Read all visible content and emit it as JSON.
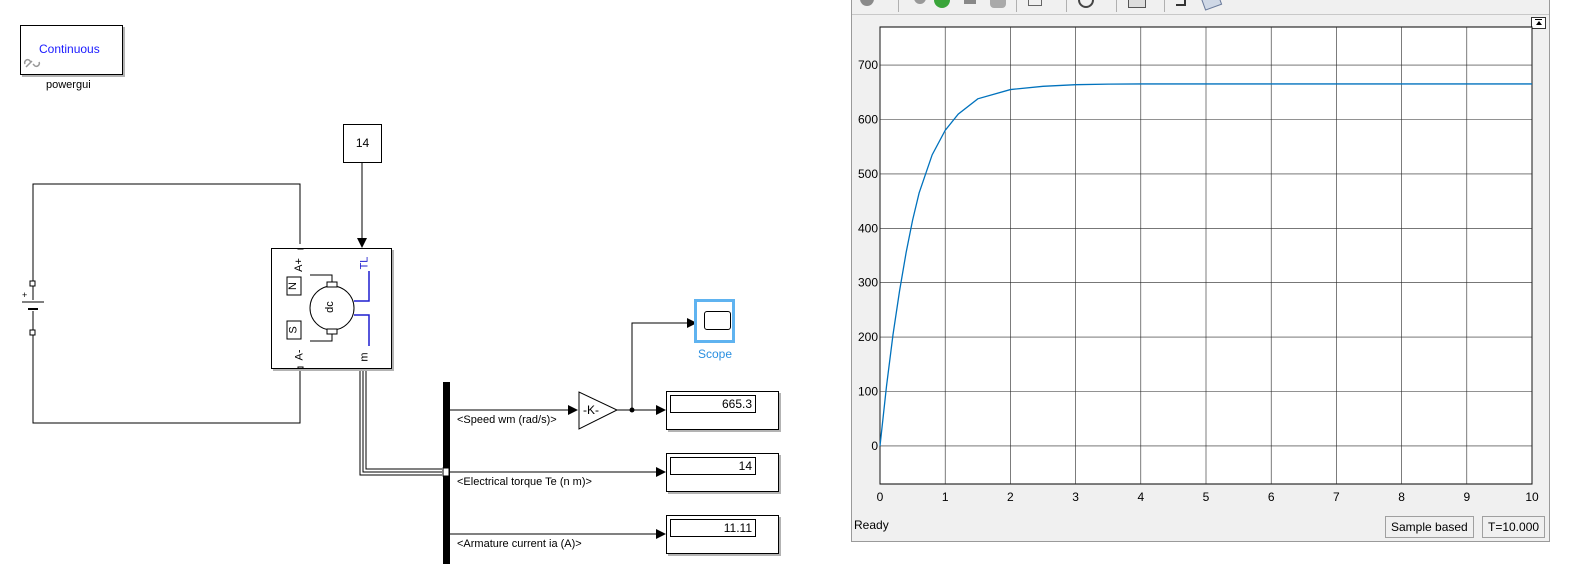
{
  "model": {
    "powergui": {
      "mode": "Continuous",
      "name": "powergui"
    },
    "torque_constant": {
      "value": "14"
    },
    "machine": {
      "ports": {
        "a_plus": "A+",
        "a_minus": "A-",
        "tl": "TL",
        "m": "m"
      },
      "field": {
        "north": "N",
        "south": "S"
      },
      "rotor_label": "dc"
    },
    "source": {
      "plus": "+"
    },
    "bus": {
      "signals": [
        {
          "label": "<Speed wm (rad/s)>"
        },
        {
          "label": "<Electrical torque Te (n m)>"
        },
        {
          "label": "<Armature current ia (A)>"
        }
      ]
    },
    "gain": {
      "label": "-K-"
    },
    "scope_block": {
      "name": "Scope"
    },
    "displays": [
      "665.3",
      "14",
      "11.11"
    ]
  },
  "scope_window": {
    "status": {
      "ready": "Ready",
      "mode": "Sample based",
      "time": "T=10.000"
    },
    "line_color": "#0072bd"
  },
  "chart_data": {
    "type": "line",
    "title": "",
    "xlabel": "",
    "ylabel": "",
    "xlim": [
      0,
      10
    ],
    "ylim": [
      -70,
      770
    ],
    "xticks": [
      0,
      1,
      2,
      3,
      4,
      5,
      6,
      7,
      8,
      9,
      10
    ],
    "yticks": [
      0,
      100,
      200,
      300,
      400,
      500,
      600,
      700
    ],
    "grid": true,
    "series": [
      {
        "x": [
          0,
          0.1,
          0.2,
          0.3,
          0.4,
          0.5,
          0.6,
          0.8,
          1.0,
          1.2,
          1.5,
          2.0,
          2.5,
          3.0,
          3.5,
          4.0,
          5.0,
          6.0,
          7.0,
          8.0,
          9.0,
          10.0
        ],
        "y": [
          0,
          110,
          205,
          285,
          355,
          415,
          465,
          535,
          580,
          610,
          638,
          655,
          661,
          664,
          665,
          665.3,
          665.3,
          665.3,
          665.3,
          665.3,
          665.3,
          665.3
        ]
      }
    ]
  }
}
